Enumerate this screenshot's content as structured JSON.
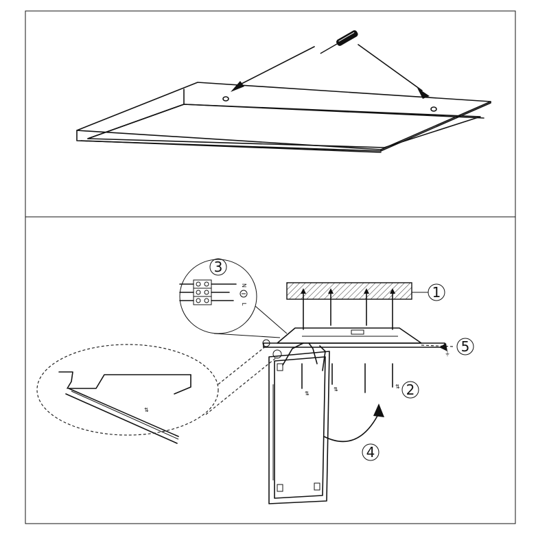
{
  "steps": {
    "s1": "1",
    "s2": "2",
    "s3": "3",
    "s4": "4",
    "s5": "5"
  },
  "wiring": {
    "terminal_n": "N",
    "terminal_l": "L"
  },
  "icons": {
    "ground": "ground-symbol-icon",
    "screwdriver": "screwdriver-icon"
  }
}
